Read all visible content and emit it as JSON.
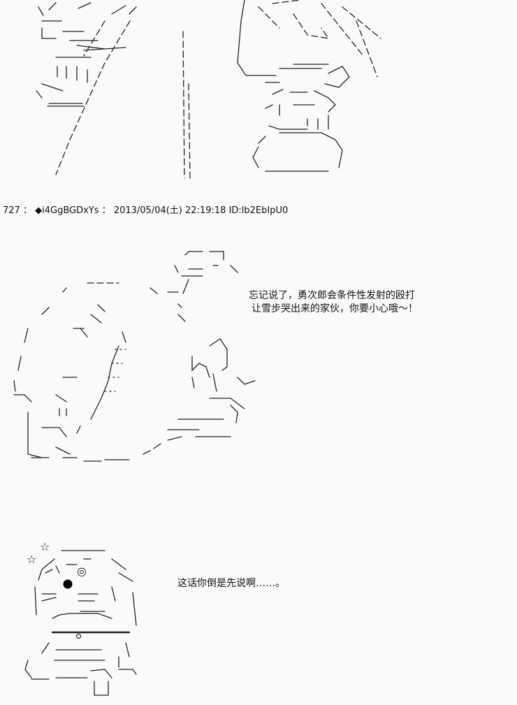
{
  "post": {
    "number": "727",
    "separator": "：",
    "trip": "◆i4GgBGDxYs",
    "separator2": "：",
    "date": "2013/05/04(土)",
    "time": "22:19:18",
    "id": "ID:lb2EbIpU0"
  },
  "dialogue": {
    "line1": "忘记说了，勇次郎会条件性发射的殴打",
    "line2": "让雪步哭出来的家伙，你要小心哦～！",
    "reply": "这话你倒是先说啊……。"
  },
  "art_text": {
    "star1": "☆",
    "star2": "☆",
    "target": "◎"
  }
}
